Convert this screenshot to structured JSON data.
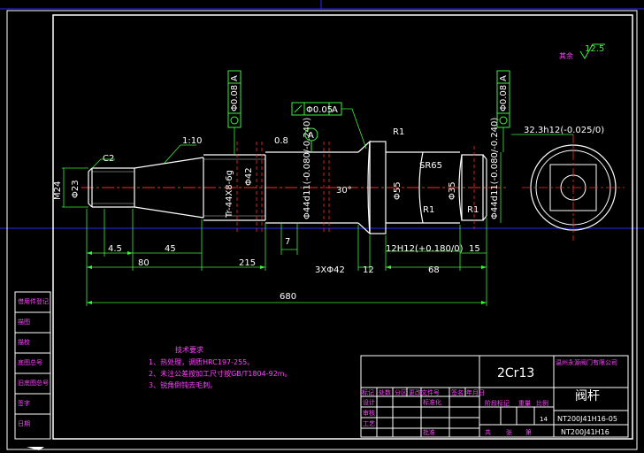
{
  "dimensions": {
    "m24": "M24",
    "phi23": "Φ23",
    "c2": "C2",
    "taper": "1:10",
    "tr": "Tr-44X8-6g",
    "phi42a": "Φ42",
    "ra08": "0.8",
    "phi44": "Φ44d11(-0.080/-0.240)",
    "angle30": "30°",
    "phi55": "Φ55",
    "sr65": "SR65",
    "phi35": "Φ35",
    "phi44b": "Φ44d11(-0.080/-0.240)",
    "r1a": "R1",
    "r1b": "R1",
    "r1c": "R1",
    "d45a": "4.5",
    "d45b": "45",
    "d7": "7",
    "d80": "80",
    "d215": "215",
    "d3x42": "3XΦ42",
    "d12": "12",
    "d68": "68",
    "d12h12": "12H12(+0.180/0)",
    "d15": "15",
    "d680": "680",
    "sq": "32.3h12(-0.025/0)",
    "roughness_rest": "其余",
    "roughness_val": "12.5",
    "datum_a": "A",
    "tol_circle": "Φ0.05",
    "tol_datum": "A",
    "tol_left": "Φ0.08",
    "tol_left_datum": "A",
    "tol_right": "Φ0.08",
    "tol_right_datum": "A"
  },
  "notes": {
    "title": "技术要求",
    "lines": [
      "1、热处理，调质HRC197-255。",
      "2、未注公差按加工尺寸按GB/T1804-92m。",
      "3、锐角倒钝去毛刺。"
    ]
  },
  "left_table": [
    "借用件登记",
    "描图",
    "描校",
    "底图总号",
    "旧底图总号",
    "签字",
    "日期"
  ],
  "title_block": {
    "material": "2Cr13",
    "company": "温州永源阀门有限公司",
    "part_name": "阀杆",
    "drawing_no": "NT200J41H16-05",
    "product_no": "NT200J41H16",
    "sheet_count": "14",
    "labels": {
      "mark": "标记",
      "count": "处数",
      "zone": "分区",
      "doc_no": "更改文件号",
      "sign": "签名",
      "date": "年月日",
      "design": "设计",
      "standard": "标准化",
      "review": "审核",
      "process": "工艺",
      "approve": "批准",
      "stage_mark": "阶段标记",
      "weight": "重量",
      "scale": "比例",
      "total": "共",
      "sheet_of": "张",
      "sheet": "第"
    }
  },
  "colors": {
    "border": "#ffffff",
    "outer_frame": "#2a2aff",
    "geometry": "#ffffff",
    "dimension": "#3cf23c",
    "centerline": "#ff2a2a",
    "annotation": "#ff44ff",
    "tolerance": "#3cf23c"
  }
}
